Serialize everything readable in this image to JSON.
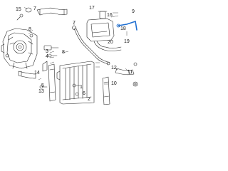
{
  "callouts": {
    "c17": "17",
    "c16": "16",
    "c20": "20",
    "c18": "18",
    "c19": "19",
    "c9": "9",
    "c15": "15",
    "c7": "7",
    "c3": "3",
    "c4": "4",
    "c8": "8",
    "c5": "5",
    "c6": "6",
    "c1": "1",
    "c2": "2",
    "c13": "13",
    "c14": "14",
    "c12": "12",
    "c11": "11",
    "c10": "10"
  },
  "colors": {
    "line": "#2a2a2a",
    "highlight": "#1f6fd1"
  }
}
